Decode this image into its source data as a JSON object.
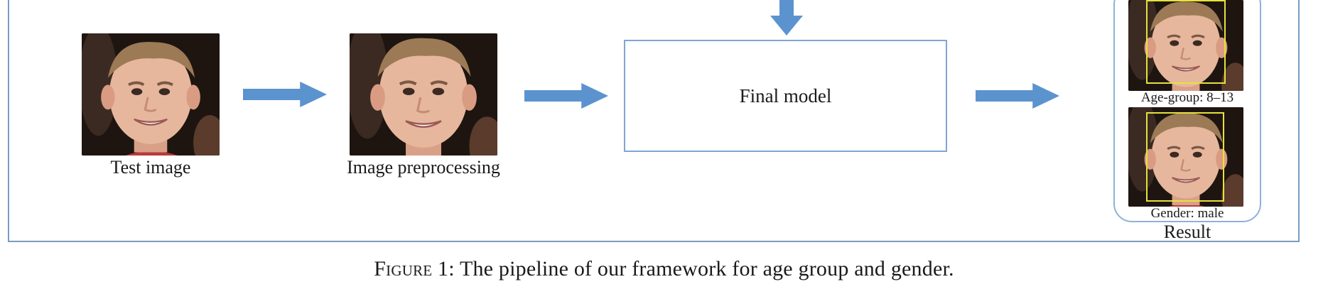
{
  "figure": {
    "stages": {
      "test_image": {
        "label": "Test image"
      },
      "preprocessing": {
        "label": "Image preprocessing"
      },
      "model": {
        "label": "Final model"
      },
      "result": {
        "label": "Result",
        "age_output": "Age-group: 8–13",
        "gender_output": "Gender: male"
      }
    },
    "caption": {
      "prefix": "Figure 1:",
      "text": "The pipeline of our framework for age group and gender."
    }
  },
  "colors": {
    "arrow": "#5b93cf",
    "frame_border": "#7a9cc0",
    "box_border": "#7fa6d0",
    "detection_box": "#e6e23a"
  }
}
